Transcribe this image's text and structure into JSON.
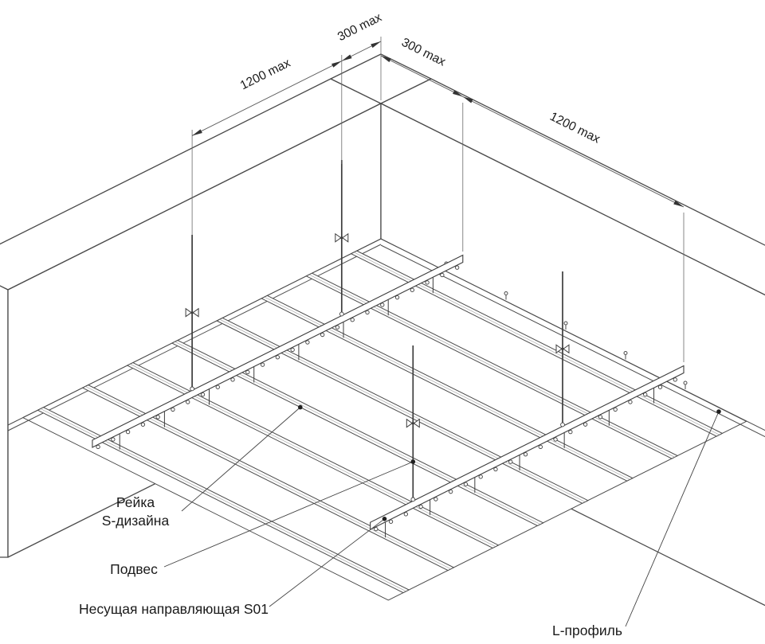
{
  "diagram": {
    "dimensions": {
      "left_span": "1200 max",
      "left_offset": "300 max",
      "right_offset": "300 max",
      "right_span": "1200 max"
    },
    "labels": {
      "slat_line1": "Рейка",
      "slat_line2": "S-дизайна",
      "hanger": "Подвес",
      "carrier": "Несущая направляющая S01",
      "l_profile": "L-профиль"
    }
  }
}
